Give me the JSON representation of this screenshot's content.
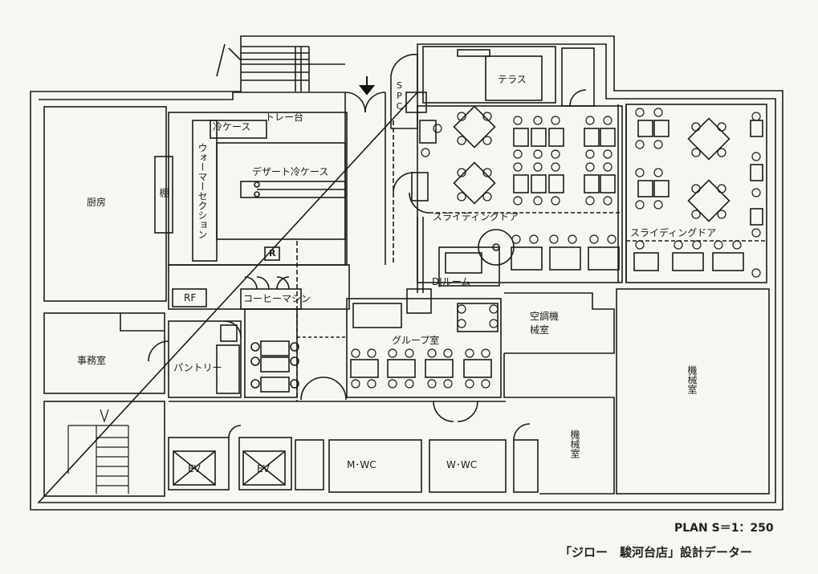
{
  "labels": {
    "kitchen": "厨房",
    "shelf": "棚",
    "cold_case": "冷ケース",
    "tray_stand": "トレー台",
    "warmer_section": "ウォーマーセクション",
    "dessert_case": "デザート冷ケース",
    "r_mark": "R",
    "rf": "RF",
    "coffee_machine": "コーヒーマシン",
    "office": "事務室",
    "pantry": "パントリー",
    "spc": "SPC",
    "terrace": "テラス",
    "sliding_door_1": "スライディングドア",
    "sliding_door_2": "スライディングドア",
    "dj_room": "DJルーム",
    "group_room": "グループ室",
    "hvac_room": "空調機械室",
    "machine_room_1": "機械室",
    "machine_room_2": "機械室",
    "ev_1": "EV",
    "ev_2": "EV",
    "mwc": "M･WC",
    "wwc": "W･WC"
  },
  "caption": {
    "scale": "PLAN  S＝1：250",
    "title": "「ジロー　駿河台店」設計データー"
  }
}
